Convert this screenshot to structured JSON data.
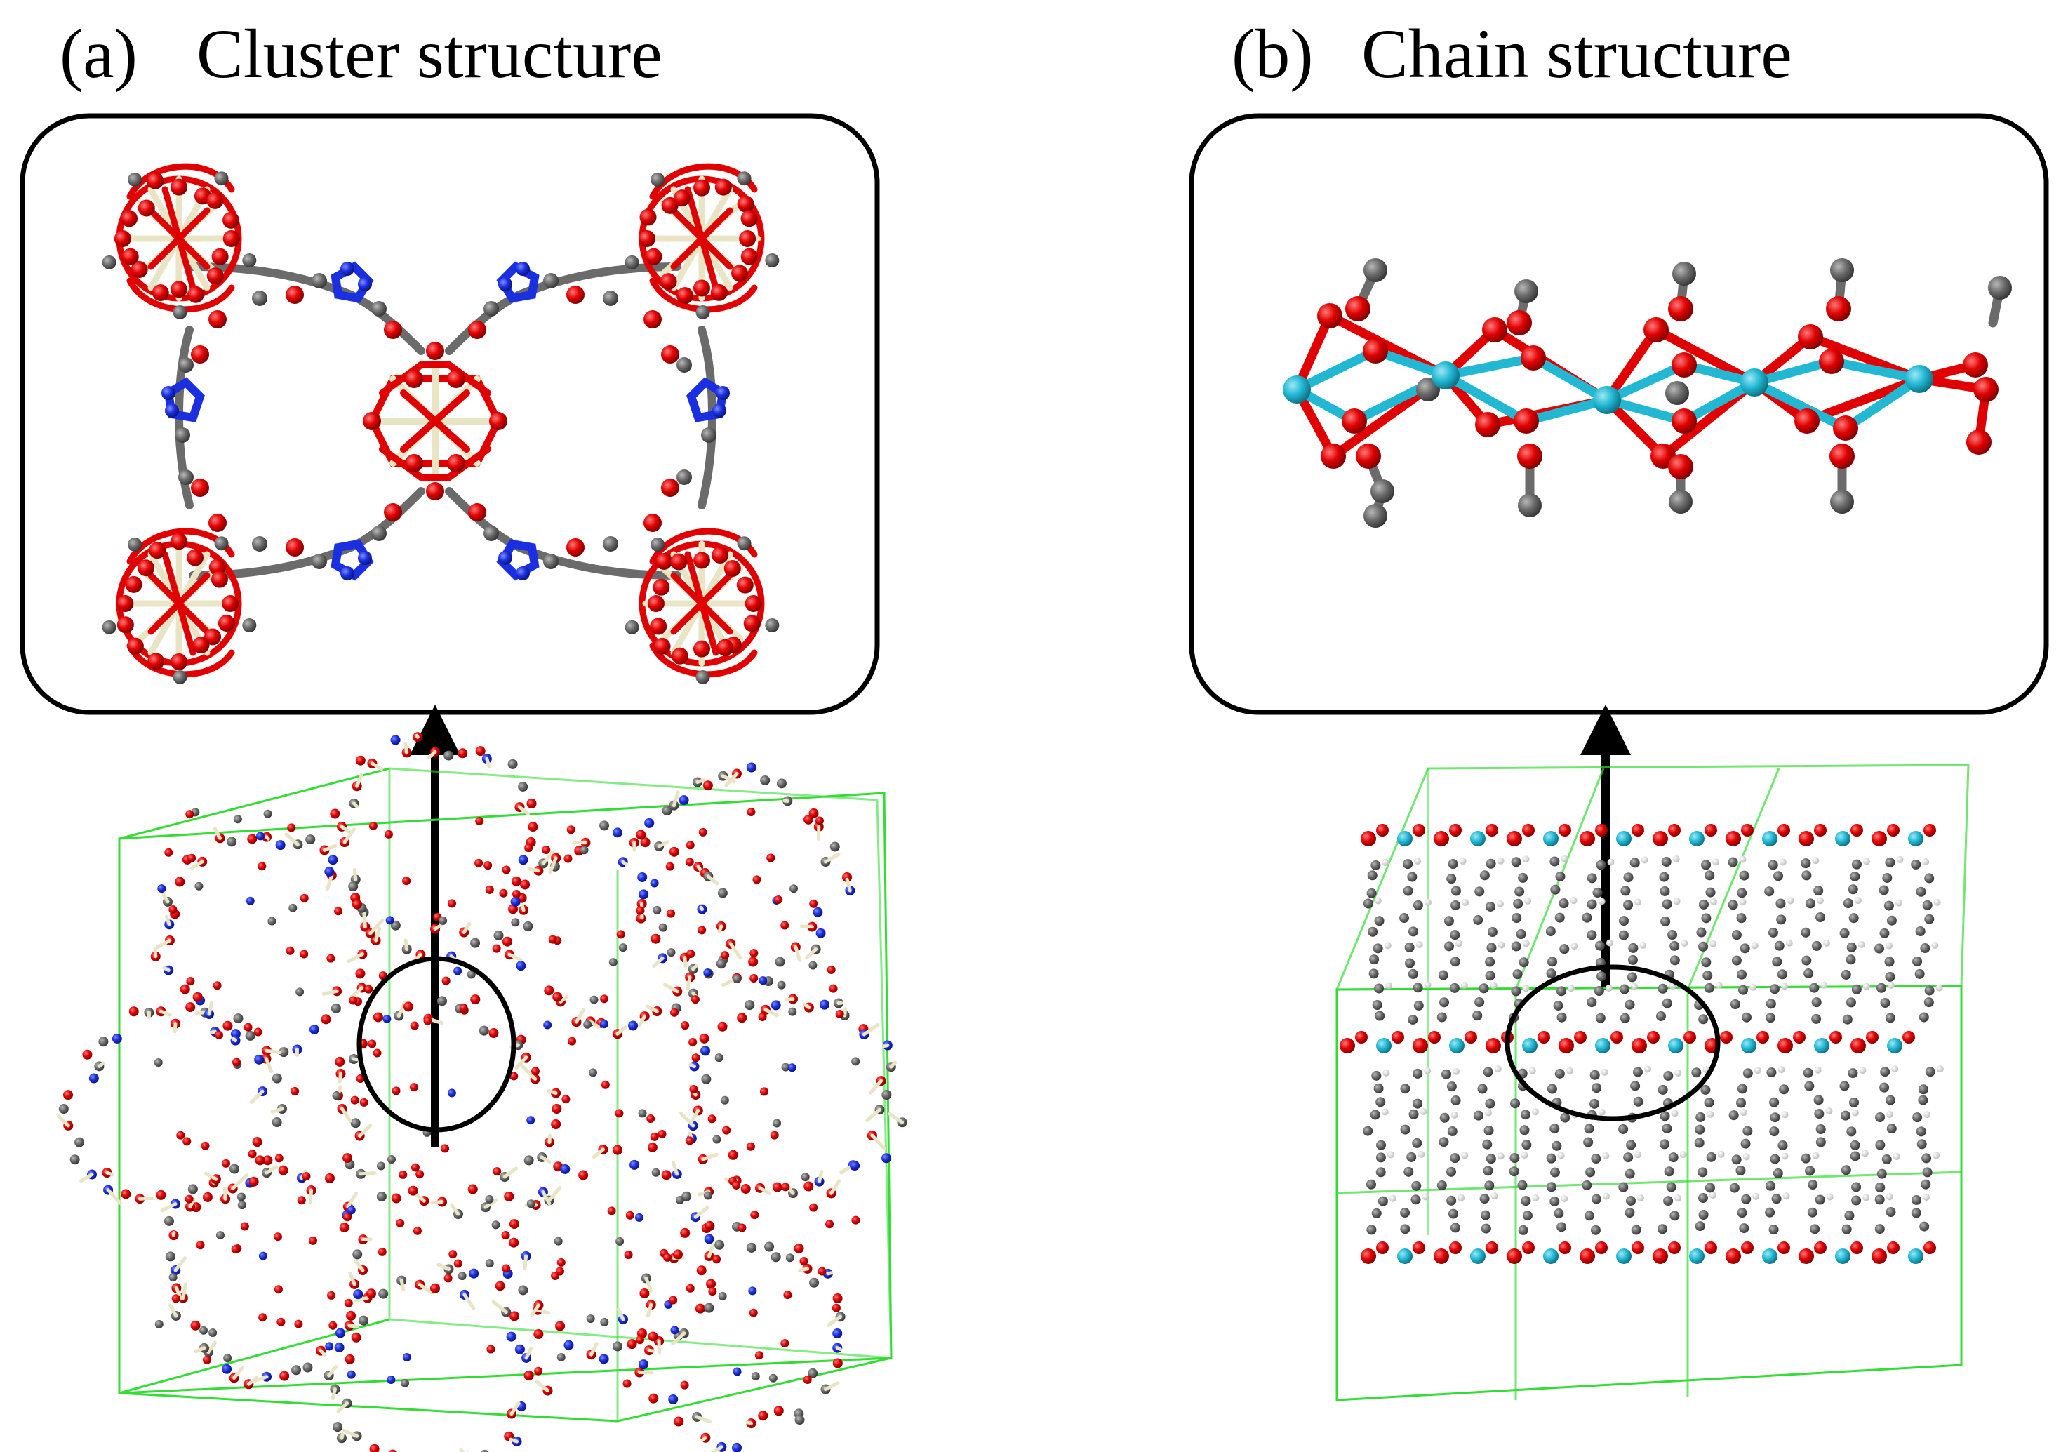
{
  "panel_a": {
    "letter": "(a)",
    "title": "Cluster structure",
    "colors": {
      "oxygen": "#e00000",
      "carbon": "#6b6b6b",
      "nitrogen": "#1a2fe0",
      "metal": "#e8e4c4",
      "cell": "#33dd33"
    }
  },
  "panel_b": {
    "letter": "(b)",
    "title": "Chain structure",
    "colors": {
      "oxygen": "#e00000",
      "carbon": "#6b6b6b",
      "metal": "#22b8d4",
      "hydrogen": "#e8e8e8",
      "cell": "#33dd33"
    }
  }
}
